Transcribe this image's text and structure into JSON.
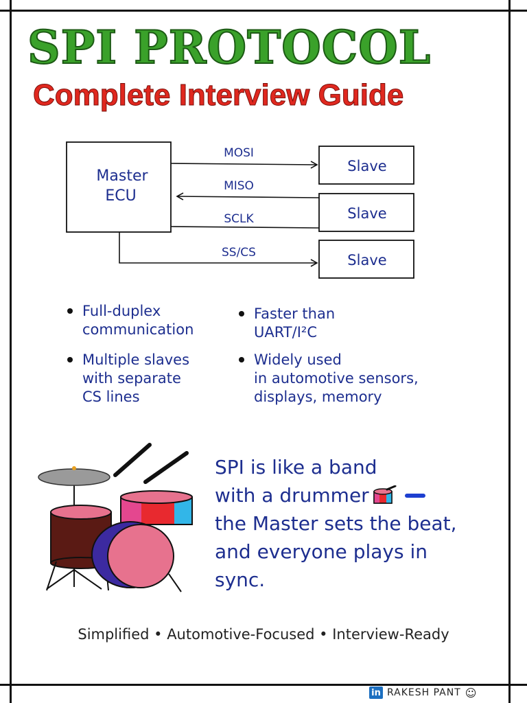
{
  "title": "SPI PROTOCOL",
  "subtitle": "Complete Interview Guide",
  "diagram": {
    "master_label_line1": "Master",
    "master_label_line2": "ECU",
    "slaves": [
      "Slave",
      "Slave",
      "Slave"
    ],
    "signals": {
      "mosi": "MOSI",
      "miso": "MISO",
      "sclk": "SCLK",
      "ss": "SS/CS"
    }
  },
  "bullets": [
    {
      "text": "Full-duplex\ncommunication"
    },
    {
      "text": "Faster than\nUART/I²C"
    },
    {
      "text": "Multiple slaves\nwith separate\nCS lines"
    },
    {
      "text": "Widely used\nin automotive sensors,\ndisplays, memory"
    }
  ],
  "analogy": {
    "line1": "SPI is like a band",
    "line2": "with a drummer",
    "line3": "the Master sets the beat,",
    "line4": "and everyone plays in",
    "line5": "sync."
  },
  "tagline": "Simplified • Automotive-Focused • Interview-Ready",
  "footer": {
    "linkedin_label": "in",
    "author": "RAKESH PANT",
    "smiley": "☺"
  },
  "colors": {
    "title_green": "#3aa12a",
    "subtitle_red": "#e0281f",
    "ink_blue": "#1d2e8f",
    "linkedin_blue": "#1c6fc0"
  }
}
